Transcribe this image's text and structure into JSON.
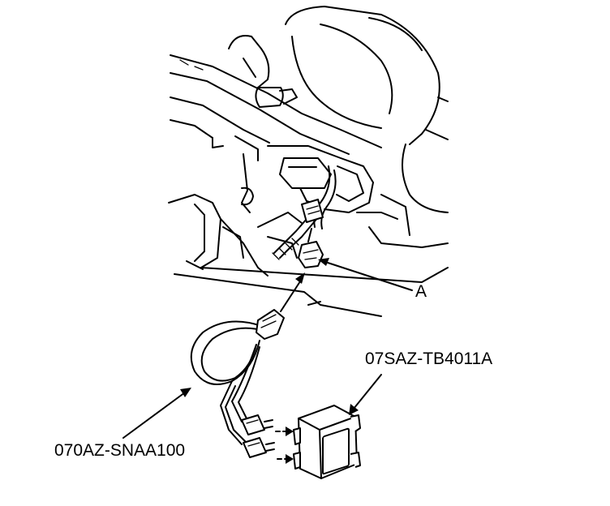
{
  "labels": {
    "connector_a": "A",
    "adapter_part": "07SAZ-TB4011A",
    "cable_part": "070AZ-SNAA100"
  },
  "colors": {
    "line": "#000000",
    "background": "#ffffff"
  }
}
